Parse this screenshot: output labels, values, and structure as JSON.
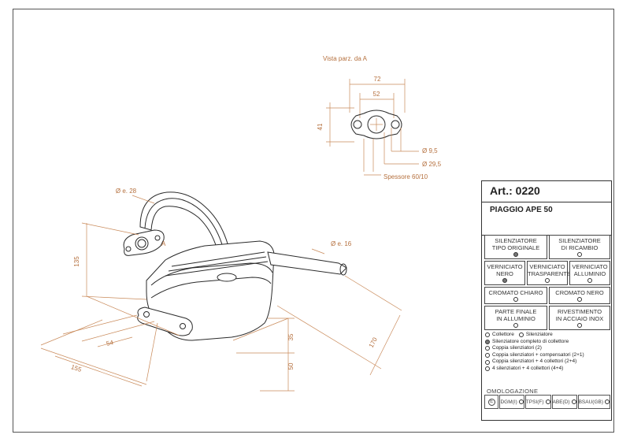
{
  "drawing": {
    "view_label": "Vista parz. da A",
    "dims": {
      "d72": "72",
      "d52": "52",
      "d41": "41",
      "hole": "Ø 9,5",
      "bore": "Ø 29,5",
      "thickness": "Spessore 60/10",
      "pipe_diam": "Ø e. 28",
      "arrow_a": "A",
      "tail_diam": "Ø e. 16",
      "d135": "135",
      "d54": "54",
      "d155": "155",
      "d35": "35",
      "d50": "50",
      "d170": "170"
    }
  },
  "title_block": {
    "article_label": "Art.:",
    "article_number": "0220",
    "model": "PIAGGIO APE 50",
    "options": [
      {
        "label_1": "SILENZIATORE",
        "label_2": "TIPO ORIGINALE",
        "selected": true
      },
      {
        "label_1": "SILENZIATORE",
        "label_2": "DI RICAMBIO",
        "selected": false
      },
      {
        "label_1": "VERNICIATO",
        "label_2": "NERO",
        "selected": true
      },
      {
        "label_1": "VERNICIATO",
        "label_2": "TRASPARENTE",
        "selected": false
      },
      {
        "label_1": "VERNICIATO",
        "label_2": "ALLUMINIO",
        "selected": false
      },
      {
        "label_1": "CROMATO CHIARO",
        "label_2": "",
        "selected": false
      },
      {
        "label_1": "CROMATO NERO",
        "label_2": "",
        "selected": false
      },
      {
        "label_1": "PARTE FINALE",
        "label_2": "IN ALLUMINIO",
        "selected": false
      },
      {
        "label_1": "RIVESTIMENTO",
        "label_2": "IN ACCIAIO INOX",
        "selected": false
      }
    ],
    "kits": [
      {
        "label": "Collettore",
        "selected": false
      },
      {
        "label": "Silenziatore",
        "selected": false
      },
      {
        "label": "Silenziatore completo di collettore",
        "selected": true
      },
      {
        "label": "Coppia silenziatori (2)",
        "selected": false
      },
      {
        "label": "Coppia silenziatori + compensatori (2+1)",
        "selected": false
      },
      {
        "label": "Coppia silenziatori + 4 collettori (2+4)",
        "selected": false
      },
      {
        "label": "4 silenziatori + 4 collettori (4+4)",
        "selected": false
      }
    ],
    "homologation_title": "OMOLOGAZIONE",
    "homologations": [
      {
        "label": "E",
        "selected": false
      },
      {
        "label": "DGM(I)",
        "selected": false
      },
      {
        "label": "TPSI(F)",
        "selected": false
      },
      {
        "label": "ABE(D)",
        "selected": false
      },
      {
        "label": "BSAU(GB)",
        "selected": false
      }
    ]
  },
  "colors": {
    "dimension_text": "#b5703e",
    "dimension_line": "#c98a5a",
    "outline": "#2a2a2a",
    "selected_dot": "#777777"
  }
}
